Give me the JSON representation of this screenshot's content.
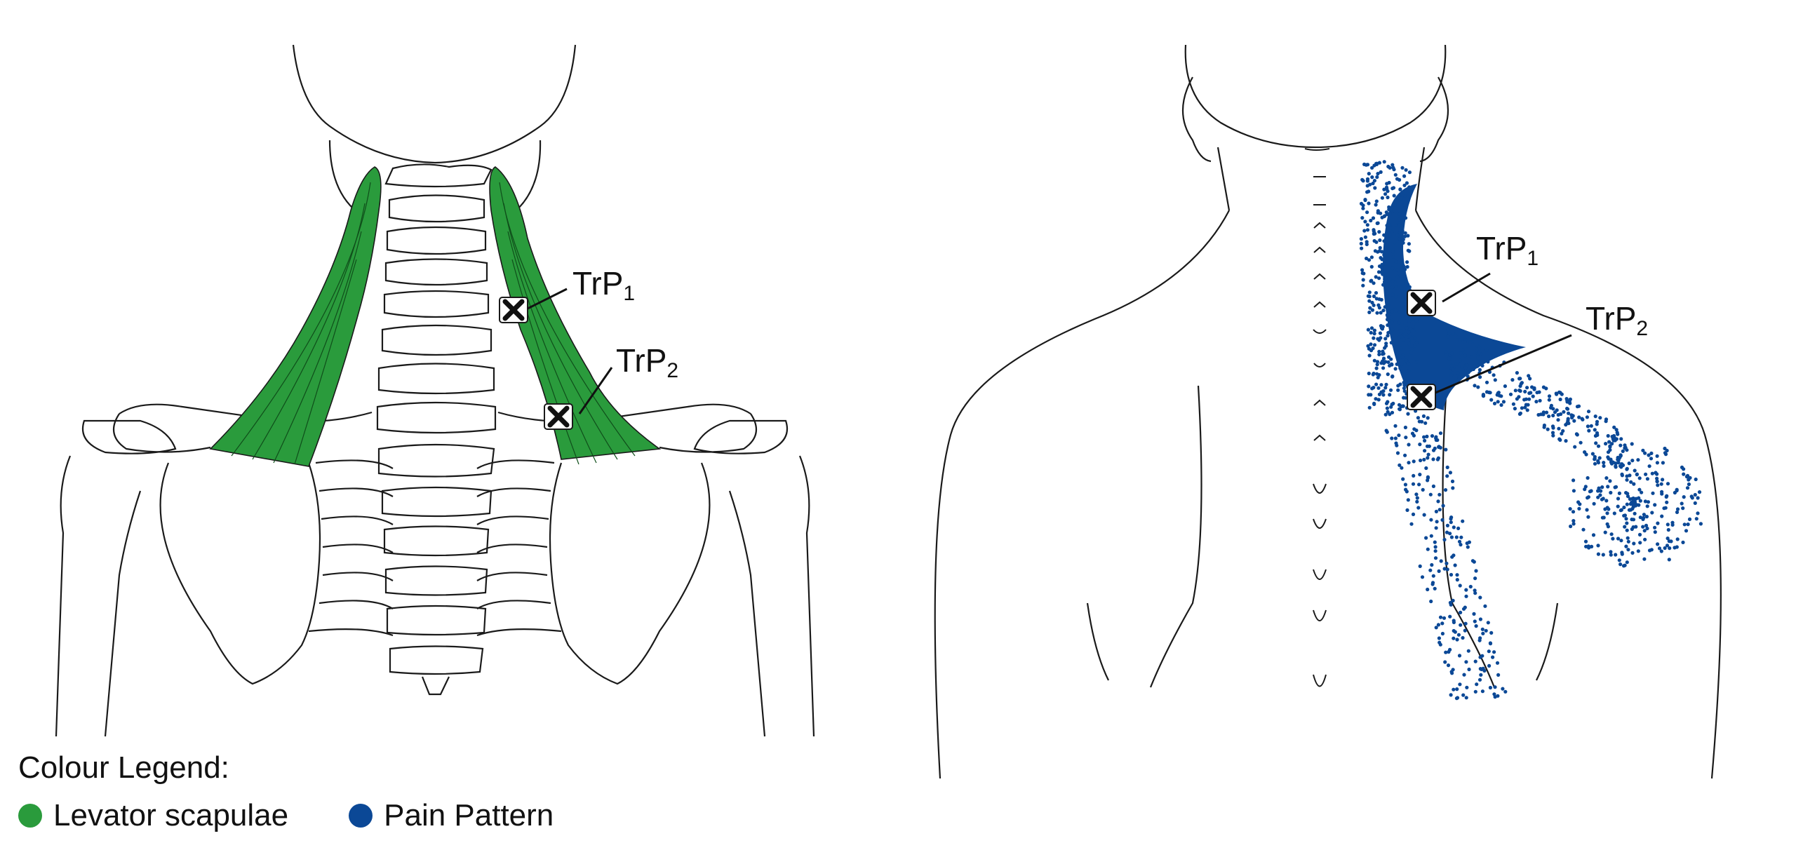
{
  "colors": {
    "muscle": "#2a9b3c",
    "muscle_dark": "#1d7a2c",
    "pain": "#0b4896",
    "outline": "#1a1a1a"
  },
  "left_figure": {
    "trigger_points": [
      {
        "label_main": "TrP",
        "label_sub": "1"
      },
      {
        "label_main": "TrP",
        "label_sub": "2"
      }
    ]
  },
  "right_figure": {
    "trigger_points": [
      {
        "label_main": "TrP",
        "label_sub": "1"
      },
      {
        "label_main": "TrP",
        "label_sub": "2"
      }
    ]
  },
  "legend": {
    "title": "Colour Legend:",
    "items": [
      {
        "label": "Levator scapulae",
        "color": "#2a9b3c"
      },
      {
        "label": "Pain Pattern",
        "color": "#0b4896"
      }
    ]
  }
}
